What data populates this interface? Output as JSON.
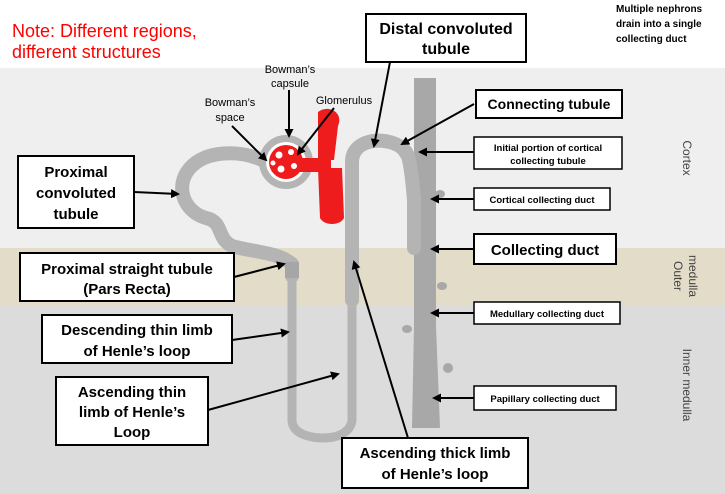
{
  "note": {
    "line1": "Note: Different regions,",
    "line2": "different structures",
    "color": "#ff0000"
  },
  "multiple_nephrons": {
    "line1": "Multiple nephrons",
    "line2": "drain into a single",
    "line3": "collecting duct"
  },
  "regions": {
    "cortex": "Cortex",
    "outer_medulla_1": "Outer",
    "outer_medulla_2": "medulla",
    "inner_medulla": "Inner medulla",
    "cortex_color": "#efefef",
    "outer_medulla_color": "#e2dcc8",
    "inner_medulla_color": "#dcdcdc"
  },
  "labels": {
    "distal_1": "Distal convoluted",
    "distal_2": "tubule",
    "connecting": "Connecting tubule",
    "initial_1": "Initial portion of cortical",
    "initial_2": "collecting tubule",
    "cortical_cd": "Cortical collecting duct",
    "collecting_duct": "Collecting duct",
    "medullary_cd": "Medullary collecting duct",
    "papillary_cd": "Papillary collecting duct",
    "pct_1": "Proximal",
    "pct_2": "convoluted",
    "pct_3": "tubule",
    "pst_1": "Proximal straight tubule",
    "pst_2": "(Pars Recta)",
    "desc_1": "Descending thin limb",
    "desc_2": "of Henle’s loop",
    "asc_thin_1": "Ascending thin",
    "asc_thin_2": "limb of Henle’s",
    "asc_thin_3": "Loop",
    "asc_thick_1": "Ascending thick limb",
    "asc_thick_2": "of Henle’s loop",
    "bowman_capsule_1": "Bowman’s",
    "bowman_capsule_2": "capsule",
    "bowman_space_1": "Bowman’s",
    "bowman_space_2": "space",
    "glomerulus": "Glomerulus"
  },
  "colors": {
    "tubule": "#b4b4b4",
    "duct": "#a8a8a8",
    "glomerulus": "#ee1c1c"
  }
}
